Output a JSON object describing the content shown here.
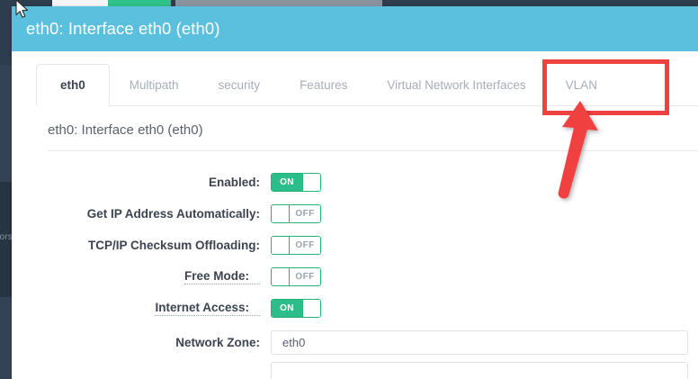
{
  "background": {
    "sidebar_fragment_text": "ors"
  },
  "modal": {
    "title": "eth0: Interface eth0 (eth0)",
    "tabs": [
      {
        "label": "eth0",
        "active": true
      },
      {
        "label": "Multipath",
        "active": false
      },
      {
        "label": "security",
        "active": false
      },
      {
        "label": "Features",
        "active": false
      },
      {
        "label": "Virtual Network Interfaces",
        "active": false
      },
      {
        "label": "VLAN",
        "active": false
      }
    ],
    "section_title": "eth0: Interface eth0 (eth0)",
    "form": {
      "toggles": [
        {
          "label": "Enabled:",
          "state": "ON",
          "hinted": false
        },
        {
          "label": "Get IP Address Automatically:",
          "state": "OFF",
          "hinted": false
        },
        {
          "label": "TCP/IP Checksum Offloading:",
          "state": "OFF",
          "hinted": false
        },
        {
          "label": "Free Mode:",
          "state": "OFF",
          "hinted": true
        },
        {
          "label": "Internet Access:",
          "state": "ON",
          "hinted": true
        }
      ],
      "fields": [
        {
          "label": "Network Zone:",
          "value": "eth0"
        },
        {
          "label": "",
          "value": ""
        }
      ]
    }
  },
  "annotations": {
    "highlight_color": "#f04141",
    "highlighted_tab": "VLAN",
    "arrow_color": "#f04141"
  },
  "colors": {
    "header_background": "#5bc0de",
    "toggle_on": "#2bbd8a",
    "toggle_border": "#22b573",
    "sidebar": "#2e3d4d"
  }
}
